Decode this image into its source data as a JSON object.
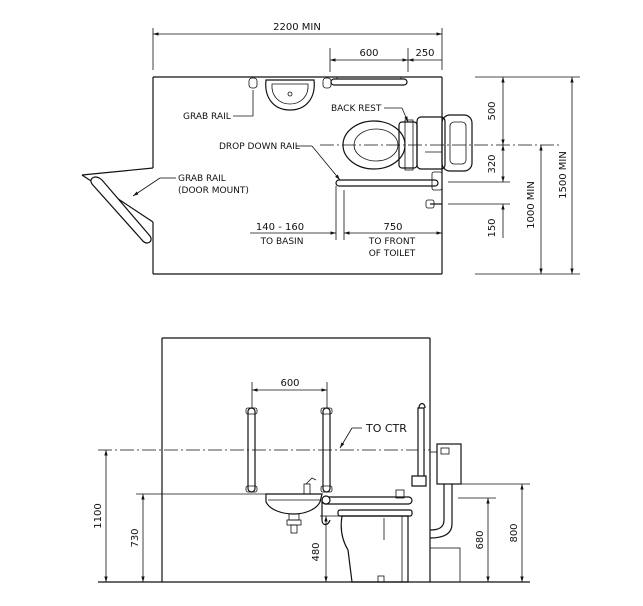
{
  "plan": {
    "dim_overall_width": "2200 MIN",
    "dim_toilet_zone": "600",
    "dim_toilet_offset": "250",
    "dim_backrest_height": "500",
    "dim_rail_offset": "320",
    "dim_rail_low": "150",
    "dim_depth_1000": "1000 MIN",
    "dim_depth_1500": "1500 MIN",
    "dim_basin_gap": "140 - 160",
    "dim_basin_gap_note": "TO BASIN",
    "dim_toilet_front": "750",
    "dim_toilet_front_note_1": "TO FRONT",
    "dim_toilet_front_note_2": "OF TOILET",
    "label_grab_rail": "GRAB RAIL",
    "label_back_rest": "BACK REST",
    "label_drop_down_rail": "DROP DOWN RAIL",
    "label_door_rail_1": "GRAB RAIL",
    "label_door_rail_2": "(DOOR MOUNT)"
  },
  "elevation": {
    "dim_rail_spacing": "600",
    "label_to_ctr": "TO CTR",
    "dim_1100": "1100",
    "dim_730": "730",
    "dim_480": "480",
    "dim_680": "680",
    "dim_800": "800"
  }
}
